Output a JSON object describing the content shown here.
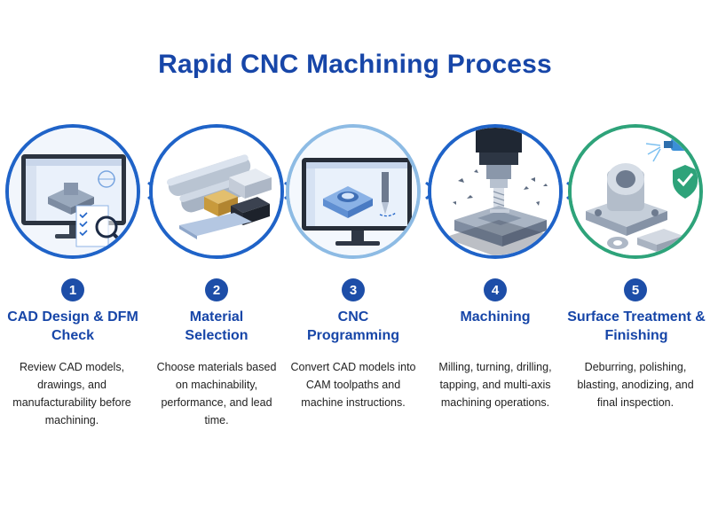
{
  "title": "Rapid CNC Machining Process",
  "colors": {
    "title": "#1746a8",
    "ring": "#1f63c8",
    "ring_alt": "#2ea37a",
    "badge": "#1d4ea8"
  },
  "steps": [
    {
      "number": "1",
      "title": "CAD Design & DFM Check",
      "description": "Review CAD models, drawings, and manufacturability before machining.",
      "icon": "cad-monitor-icon"
    },
    {
      "number": "2",
      "title": "Material Selection",
      "description": "Choose materials based on machinability, performance, and lead time.",
      "icon": "material-stock-icon"
    },
    {
      "number": "3",
      "title": "CNC Programming",
      "description": "Convert CAD models into CAM toolpaths and machine instructions.",
      "icon": "cam-monitor-icon"
    },
    {
      "number": "4",
      "title": "Machining",
      "description": "Milling, turning, drilling, tapping, and multi-axis machining operations.",
      "icon": "spindle-milling-icon"
    },
    {
      "number": "5",
      "title": "Surface Treatment & Finishing",
      "description": "Deburring, polishing, blasting, anodizing, and final inspection.",
      "icon": "finished-part-icon"
    }
  ]
}
